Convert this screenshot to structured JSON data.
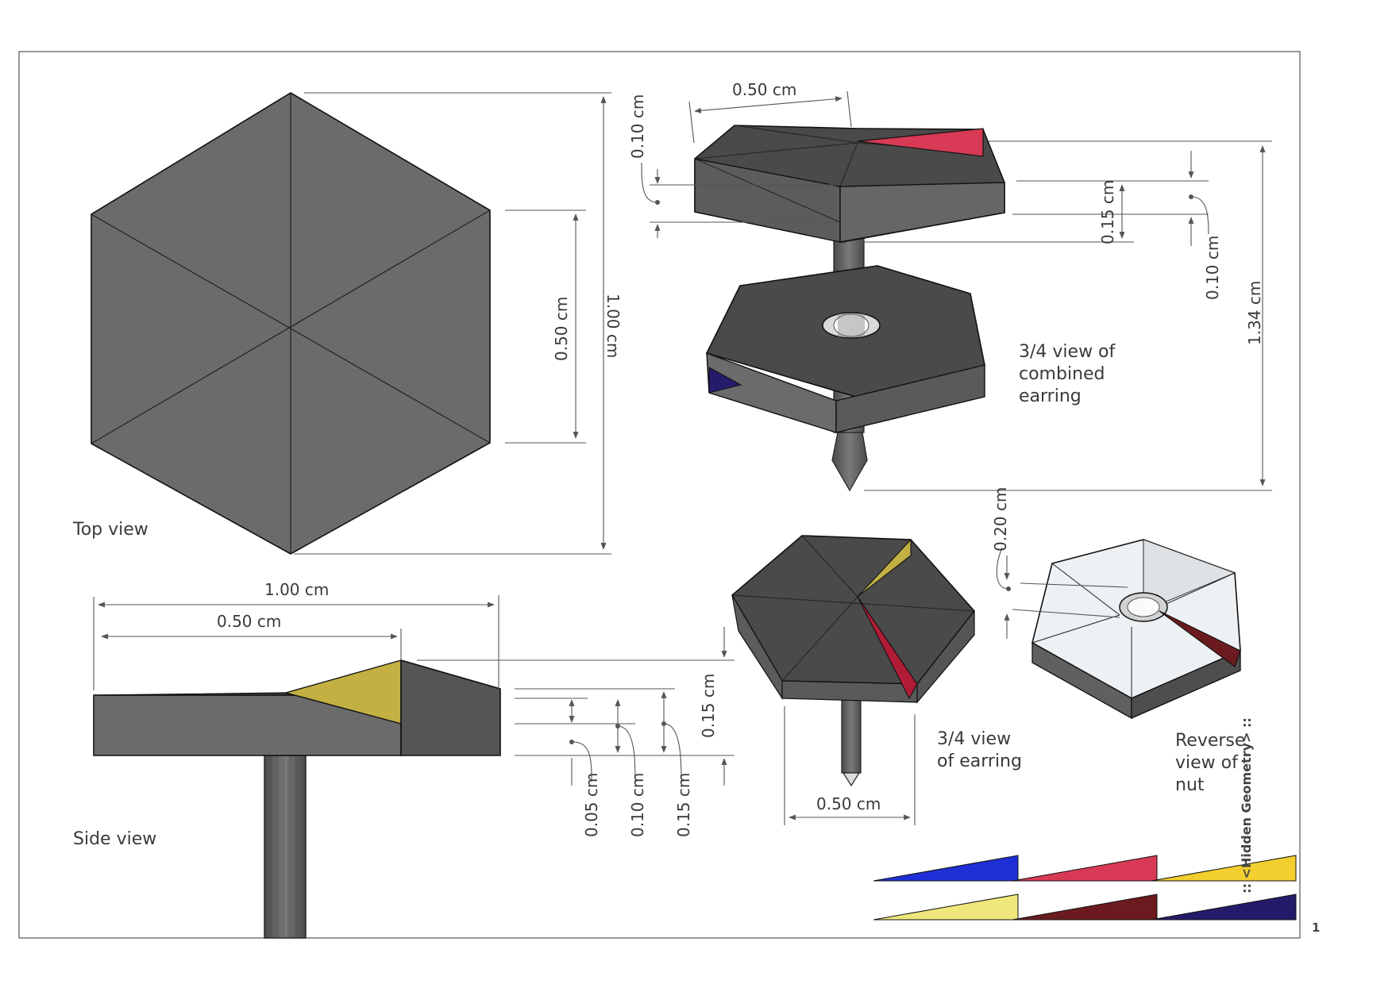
{
  "frame_title": "<Hidden Geometry>",
  "frame_title_decor_left": "::",
  "frame_title_decor_right": "::",
  "page_number": "1",
  "views": {
    "top": "Top view",
    "side": "Side view",
    "combined": "3/4 view of\ncombined\nearring",
    "earring": "3/4 view\nof earring",
    "nut": "Reverse\nview of\nnut"
  },
  "dimensions": {
    "top_height": "1.00 cm",
    "top_side": "0.50 cm",
    "side_width": "1.00 cm",
    "side_half": "0.50 cm",
    "side_h1": "0.05 cm",
    "side_h2": "0.10 cm",
    "side_h3": "0.15 cm",
    "side_total": "0.15 cm",
    "combined_top_width": "0.50 cm",
    "combined_top_thick": "0.10 cm",
    "combined_right_a": "0.15 cm",
    "combined_right_b": "0.10 cm",
    "combined_total": "1.34 cm",
    "nut_thick": "0.20 cm",
    "earring_width": "0.50 cm"
  },
  "swatches": [
    "#1f2fd6",
    "#d83a55",
    "#f2cf2e",
    "#efe77c",
    "#6b1b1f",
    "#241c6b"
  ],
  "colors": {
    "body_dark": "#4a4a4a",
    "body_mid": "#6b6b6b",
    "accent_yellow": "#c2b043",
    "accent_red": "#d83a55",
    "accent_crimson": "#b01c36",
    "accent_maroon": "#6b1b1f",
    "accent_navy": "#241c6b",
    "nut_light": "#eef1f3"
  }
}
